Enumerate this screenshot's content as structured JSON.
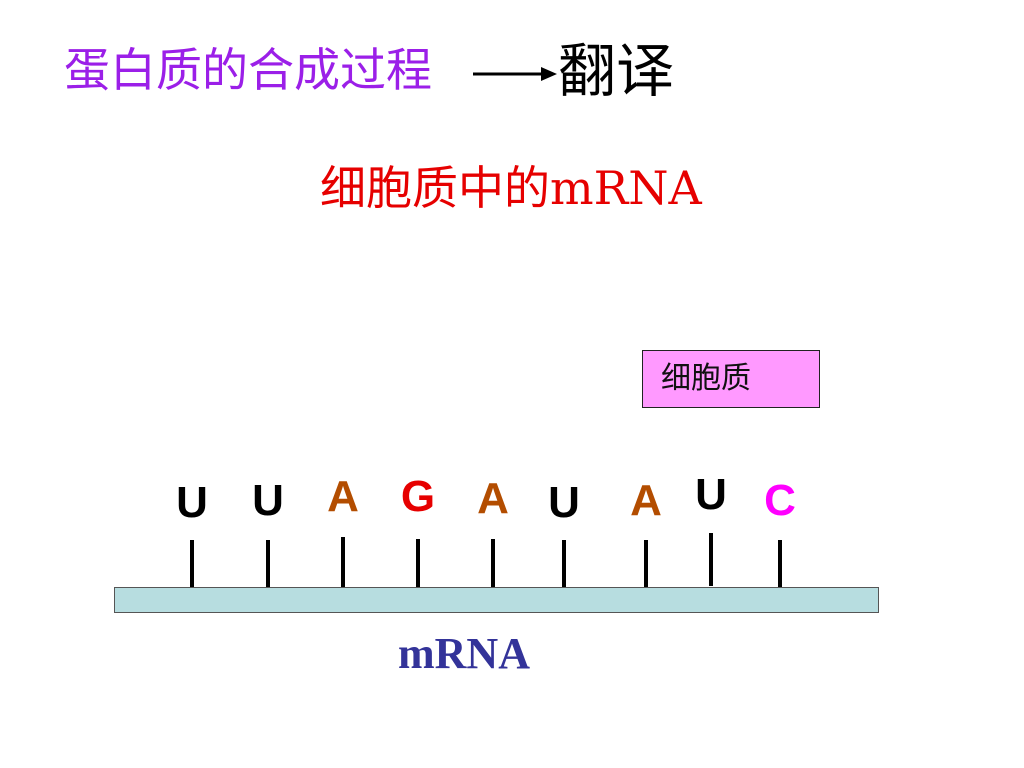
{
  "title": {
    "main": "蛋白质的合成过程",
    "suffix": "翻译",
    "main_color": "#9b1fe8",
    "suffix_color": "#000000"
  },
  "subtitle": {
    "text": "细胞质中的mRNA",
    "color": "#e60000"
  },
  "cytoplasm_label": {
    "text": "细胞质",
    "fill": "#ff99ff"
  },
  "strand": {
    "label": "mRNA",
    "fill": "#b7dde0",
    "label_color": "#333399"
  },
  "bases": [
    {
      "letter": "U",
      "color": "#000000"
    },
    {
      "letter": "U",
      "color": "#000000"
    },
    {
      "letter": "A",
      "color": "#b34d00"
    },
    {
      "letter": "G",
      "color": "#e60000"
    },
    {
      "letter": "A",
      "color": "#b34d00"
    },
    {
      "letter": "U",
      "color": "#000000"
    },
    {
      "letter": "A",
      "color": "#b34d00"
    },
    {
      "letter": "U",
      "color": "#000000"
    },
    {
      "letter": "C",
      "color": "#ff00ff"
    }
  ]
}
